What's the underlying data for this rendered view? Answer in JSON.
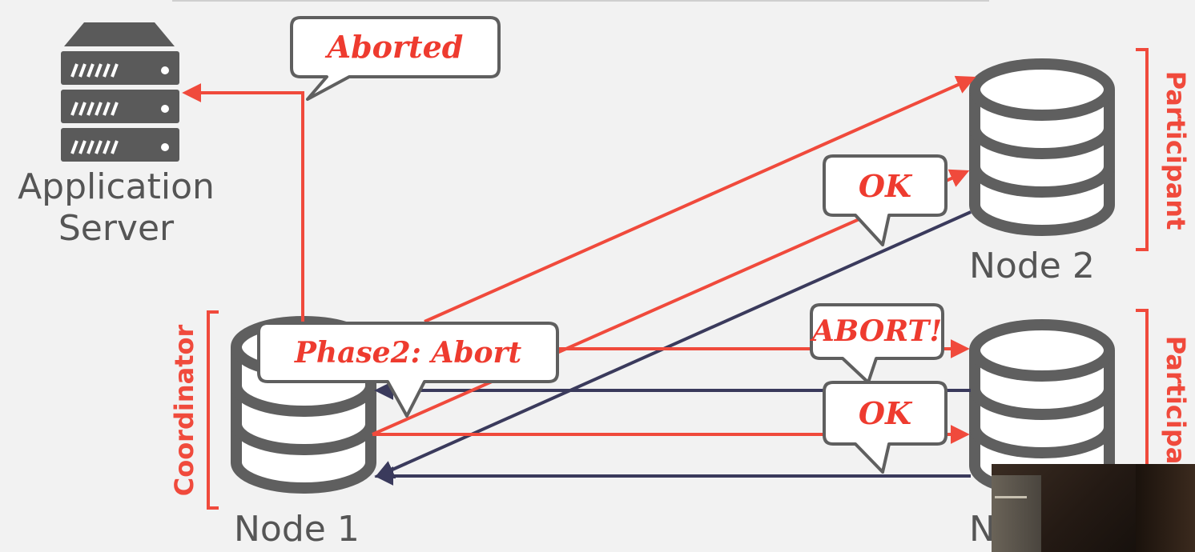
{
  "labels": {
    "app_server": [
      "Application",
      "Server"
    ],
    "node1": "Node 1",
    "node2": "Node 2",
    "node3": "N",
    "coordinator": "Coordinator",
    "participant2": "Participant",
    "participant3": "Participa"
  },
  "bubbles": {
    "aborted": "Aborted",
    "phase2": "Phase2: Abort",
    "ok_node2": "OK",
    "abort_node3": "ABORT!",
    "ok_node3": "OK"
  },
  "colors": {
    "accent": "#f04a3c",
    "dark_arrow": "#3a3a5c",
    "icon_gray": "#5a5a5a",
    "text_gray": "#555555"
  }
}
